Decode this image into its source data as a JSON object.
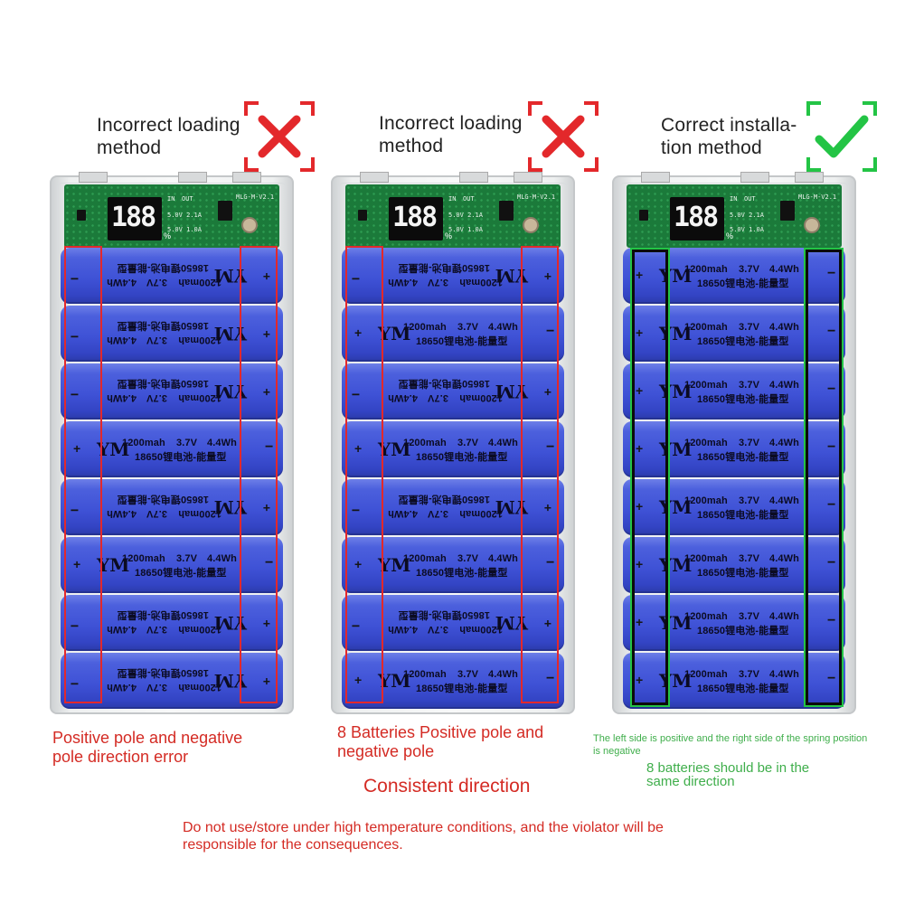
{
  "panels": [
    {
      "title_line1": "Incorrect loading",
      "title_line2": "method",
      "mark": "cross-mark-icon",
      "mark_color": "#e3282b",
      "frame_color": "#e3282b",
      "orientation": [
        "flipped",
        "flipped",
        "flipped",
        "normal",
        "flipped",
        "normal",
        "flipped",
        "flipped"
      ],
      "note_lines": [
        "Positive pole and negative",
        "pole direction error"
      ]
    },
    {
      "title_line1": "Incorrect loading",
      "title_line2": "method",
      "mark": "cross-mark-icon",
      "mark_color": "#e3282b",
      "frame_color": "#e3282b",
      "orientation": [
        "flipped",
        "normal",
        "flipped",
        "normal",
        "flipped",
        "normal",
        "flipped",
        "normal"
      ],
      "note_lines": [
        "8 Batteries Positive pole and",
        "negative pole"
      ]
    },
    {
      "title_line1": "Correct installa-",
      "title_line2": "tion method",
      "mark": "check-mark-icon",
      "mark_color": "#23c445",
      "frame_color": "#23c445",
      "orientation": [
        "normal",
        "normal",
        "normal",
        "normal",
        "normal",
        "normal",
        "normal",
        "normal"
      ],
      "note_lines": [
        "The left side is positive and the right side of the spring position",
        "is negative"
      ]
    }
  ],
  "pcb": {
    "digits": "188",
    "percent": "%",
    "in_label": "IN",
    "out_label": "OUT",
    "spec1": "5.0V 2.1A",
    "spec2": "5.0V 1.0A",
    "model": "MLG-M-V2.1"
  },
  "cell": {
    "logo": "YM",
    "capacity": "1200mah",
    "voltage": "3.7V",
    "energy": "4.4Wh",
    "type": "18650锂电池-能量型",
    "plus": "+",
    "minus": "−"
  },
  "center_note": "Consistent direction",
  "right_subnote_lines": [
    "8 batteries should be in the",
    "same direction"
  ],
  "footer_lines": [
    "Do not use/store under high temperature conditions, and the violator will be",
    "responsible for the consequences."
  ],
  "colors": {
    "red": "#e3282b",
    "green": "#23c445",
    "battery_blue": "#4357d8",
    "note_red": "#d42b24",
    "note_green": "#3fae4b"
  }
}
